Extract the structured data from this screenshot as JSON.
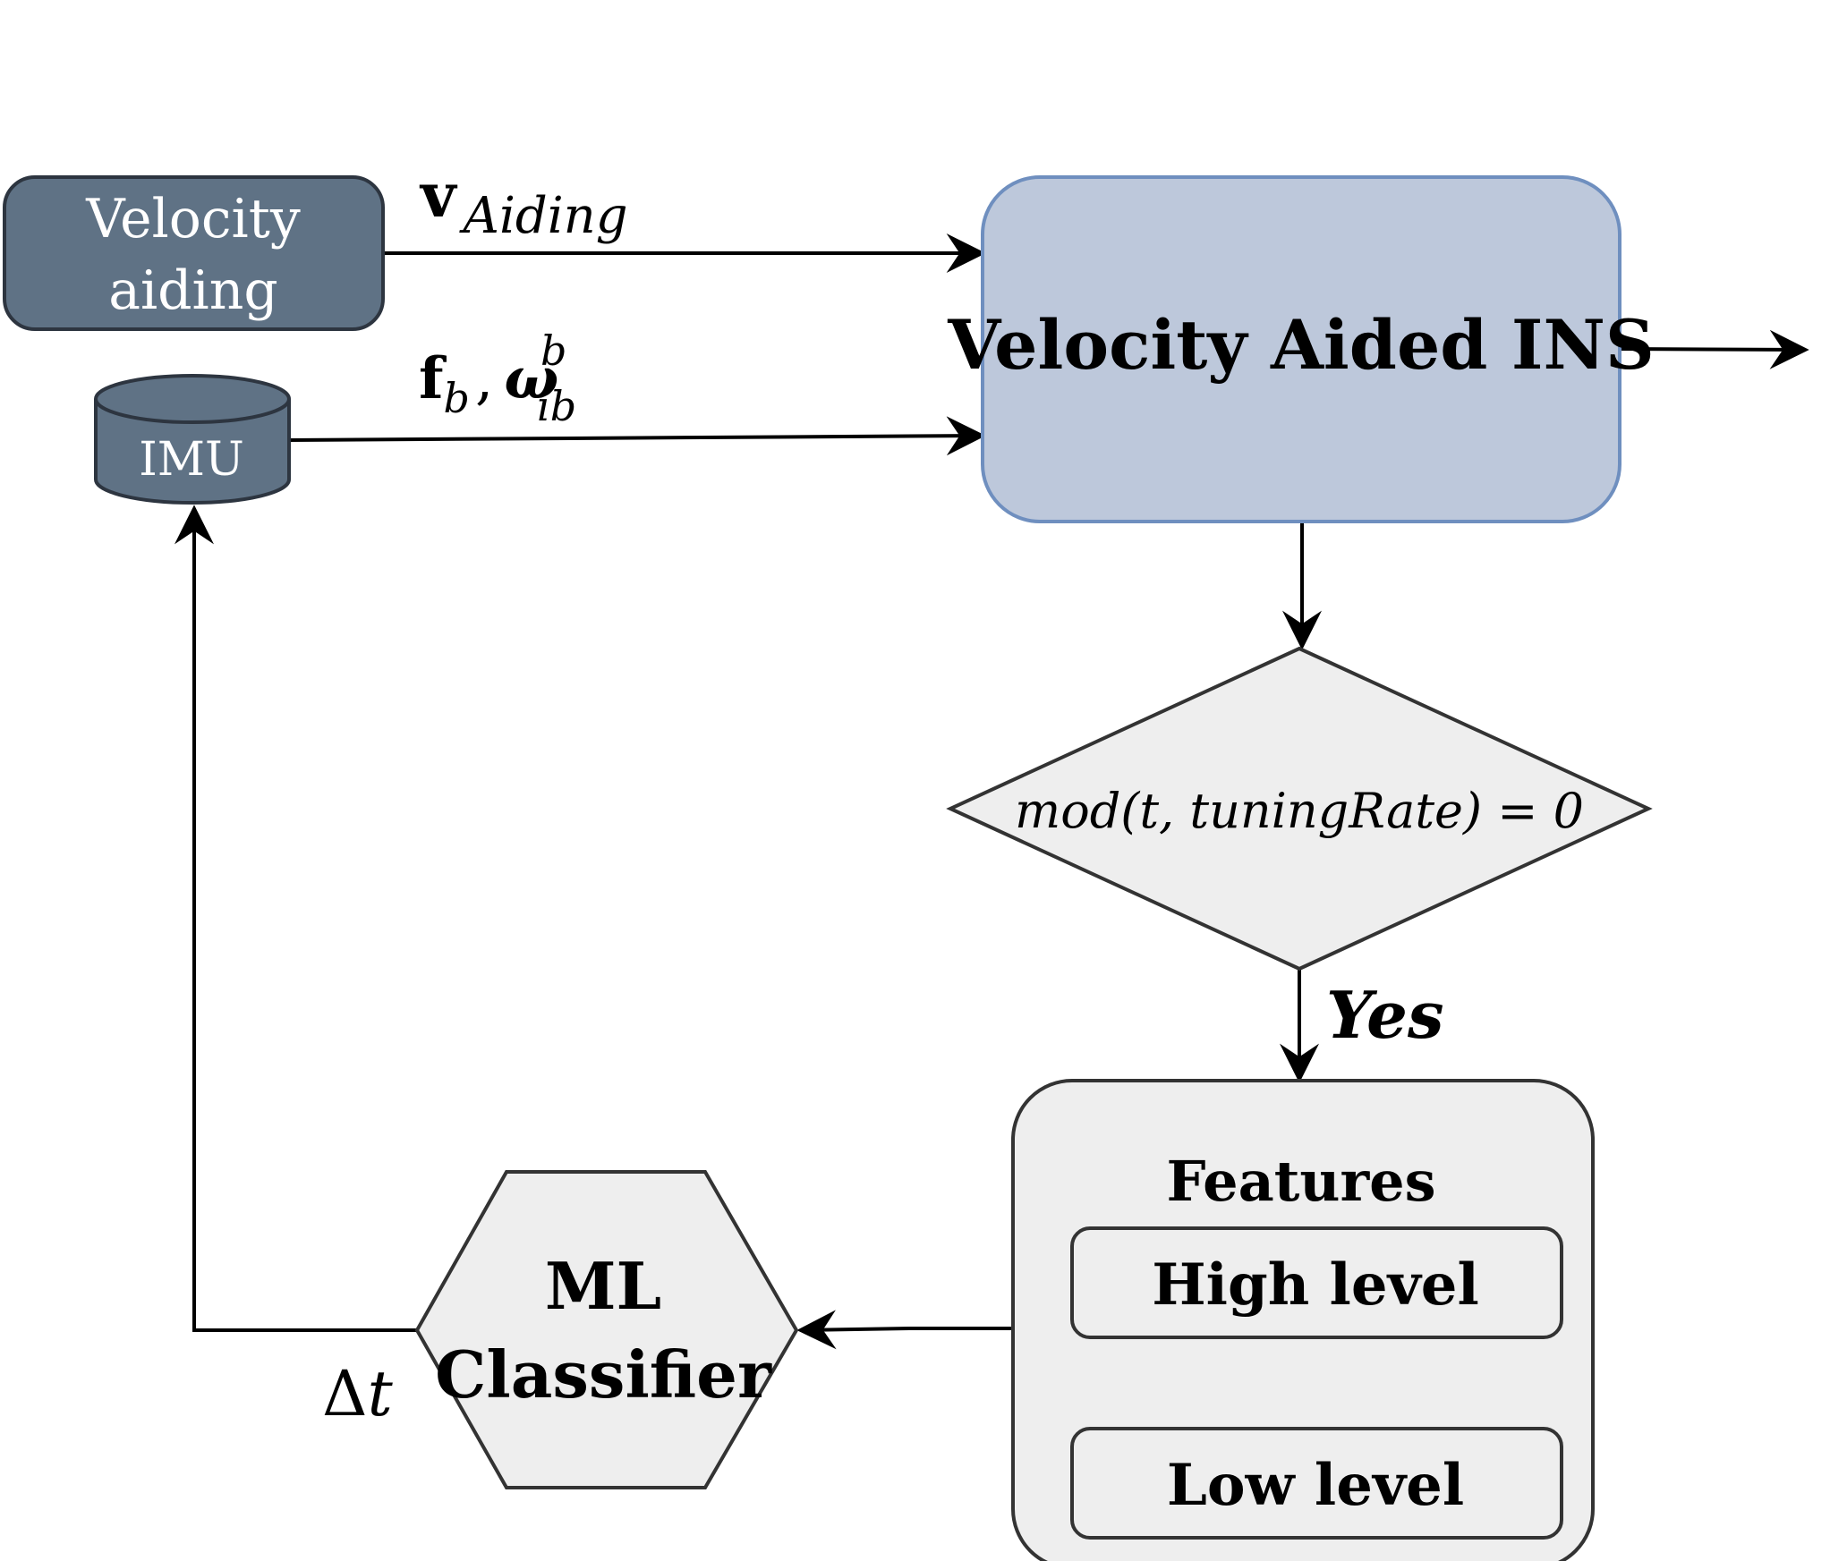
{
  "nodes": {
    "velocity_aiding": {
      "line1": "Velocity",
      "line2": "aiding",
      "fill": "#5f7285"
    },
    "imu": {
      "label": "IMU",
      "fill": "#5f7285"
    },
    "ins": {
      "label": "Velocity Aided INS",
      "fill": "#bdc8db",
      "stroke": "#6f8fbf"
    },
    "decision": {
      "label": "mod(t, tuningRate) = 0",
      "fill": "#eeeeee"
    },
    "features": {
      "title": "Features",
      "high": "High level",
      "low": "Low level",
      "fill": "#eeeeee"
    },
    "classifier": {
      "line1": "ML",
      "line2": "Classifier",
      "fill": "#eeeeee"
    }
  },
  "edges": {
    "v_aiding": {
      "main": "v",
      "sub": "Aiding"
    },
    "imu_signal": {
      "f": "f",
      "f_sub": "b",
      "sep": ",",
      "omega": "ω",
      "omega_sup": "b",
      "omega_sub": "ib"
    },
    "yes": {
      "label": "Yes"
    },
    "delta_t": {
      "delta": "Δ",
      "var": "t"
    }
  }
}
